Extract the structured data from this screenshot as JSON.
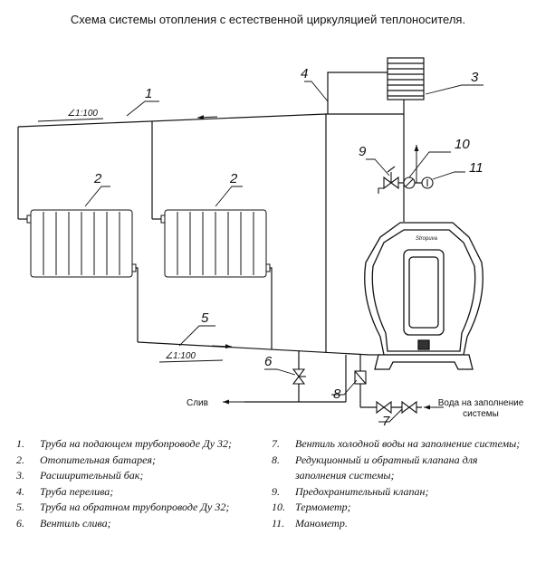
{
  "title": "Схема системы отопления с естественной циркуляцией теплоносителя.",
  "labels": {
    "n1": "1",
    "n2a": "2",
    "n2b": "2",
    "n3": "3",
    "n4": "4",
    "n5": "5",
    "n6": "6",
    "n7": "7",
    "n8": "8",
    "n9": "9",
    "n10": "10",
    "n11": "11",
    "slope_top": "∠1:100",
    "slope_bottom": "∠1:100",
    "drain": "Слив",
    "water_fill": "Вода на заполнение системы",
    "boiler_brand": "Stropuva"
  },
  "legend_left": [
    {
      "num": "1.",
      "text": "Труба на подающем трубопроводе Ду 32;"
    },
    {
      "num": "2.",
      "text": "Отопительная батарея;"
    },
    {
      "num": "3.",
      "text": "Расширительный бак;"
    },
    {
      "num": "4.",
      "text": "Труба перелива;"
    },
    {
      "num": "5.",
      "text": "Труба на обратном трубопроводе Ду 32;"
    },
    {
      "num": "6.",
      "text": "Вентиль слива;"
    }
  ],
  "legend_right": [
    {
      "num": "7.",
      "text": "Вентиль холодной воды на заполнение системы;"
    },
    {
      "num": "8.",
      "text": "Редукционный и обратный клапана для заполнения системы;"
    },
    {
      "num": "9.",
      "text": "Предохранительный клапан;"
    },
    {
      "num": "10.",
      "text": "Термометр;"
    },
    {
      "num": "11.",
      "text": "Манометр."
    }
  ]
}
